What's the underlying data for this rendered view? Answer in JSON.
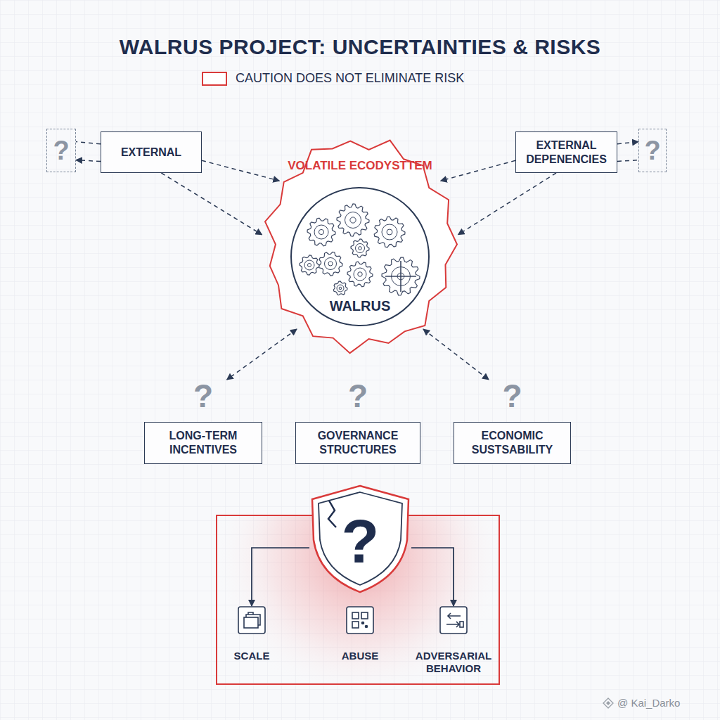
{
  "diagram": {
    "title": "WALRUS PROJECT: UNCERTAINTIES & RISKS",
    "nodes": [
      {
        "text": [
          "?"
        ]
      },
      {
        "text": [
          "EXTERNAL"
        ]
      },
      {
        "text": [
          "VOLATILE ECODYSTTEM"
        ]
      },
      {
        "text": [
          "WALRUS"
        ],
        "in": 2
      },
      {
        "text": [
          "EXTERNAL DEPENENCIES"
        ]
      },
      {
        "text": [
          "?"
        ]
      },
      {
        "text": [
          "?",
          "LONG-TERM INCENTIVES"
        ]
      },
      {
        "text": [
          "?",
          "GOVERNANCE STRUCTURES"
        ]
      },
      {
        "text": [
          "?",
          "ECONOMIC SUSTSABILITY"
        ]
      },
      {
        "text": [
          "?"
        ]
      },
      {
        "text": [
          "SCALE"
        ]
      },
      {
        "text": [
          "ABUSE"
        ]
      },
      {
        "text": [
          "ADVERSARIAL BEHAVIOR"
        ]
      }
    ],
    "edges": [
      {
        "from": 1,
        "to": 0,
        "arrow": "none"
      },
      {
        "from": 1,
        "to": 0,
        "arrow": "to"
      },
      {
        "from": 1,
        "to": 2,
        "arrow": "to"
      },
      {
        "from": 1,
        "to": 2,
        "arrow": "to"
      },
      {
        "from": 4,
        "to": 5,
        "arrow": "to"
      },
      {
        "from": 4,
        "to": 5,
        "arrow": "none"
      },
      {
        "from": 4,
        "to": 2,
        "arrow": "to"
      },
      {
        "from": 4,
        "to": 2,
        "arrow": "to"
      },
      {
        "from": 2,
        "to": 6,
        "arrow": "both"
      },
      {
        "from": 2,
        "to": 8,
        "arrow": "both"
      },
      {
        "from": 9,
        "to": 10,
        "arrow": "to"
      },
      {
        "from": 9,
        "to": 12,
        "arrow": "to"
      }
    ],
    "labels": [
      "@ Kai_Darko"
    ],
    "legend": [
      {
        "text": "CAUTION DOES NOT ELIMINATE RISK"
      }
    ]
  }
}
